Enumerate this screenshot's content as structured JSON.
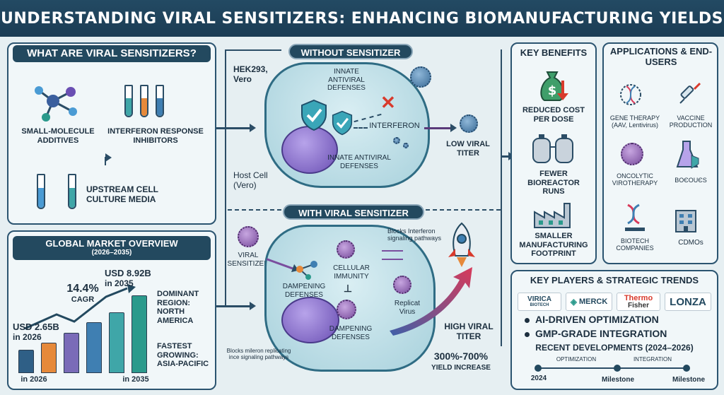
{
  "title": "UNDERSTANDING VIRAL SENSITIZERS: ENHANCING BIOMANUFACTURING YIELDS",
  "what_are": {
    "heading": "WHAT ARE VIRAL SENSITIZERS?",
    "item1": "SMALL-MOLECULE ADDITIVES",
    "item2": "INTERFERON RESPONSE INHIBITORS",
    "item3": "UPSTREAM CELL CULTURE MEDIA"
  },
  "market": {
    "heading": "GLOBAL MARKET OVERVIEW",
    "period": "(2026–2035)",
    "start_value": "USD 2.65B",
    "start_year_label": "in 2026",
    "end_value": "USD 8.92B",
    "end_year_label": "in 2035",
    "cagr": "14.4%",
    "cagr_label": "CAGR",
    "dominant": "DOMINANT REGION: NORTH AMERICA",
    "fastest": "FASTEST GROWING: ASIA-PACIFIC",
    "x_start": "in 2026",
    "x_end": "in 2035"
  },
  "chart_data": {
    "type": "bar",
    "categories": [
      "in 2026",
      "",
      "",
      "",
      "",
      "in 2035"
    ],
    "values": [
      2.65,
      3.5,
      4.6,
      5.8,
      7.0,
      8.92
    ],
    "ylabel": "",
    "colors": [
      "#2f5f86",
      "#e6893a",
      "#7a6bb8",
      "#3f7fb2",
      "#3fa6a8",
      "#2b9a8c"
    ]
  },
  "without": {
    "heading": "WITHOUT SENSITIZER",
    "host_lines": "HEK293, Vero",
    "innate1": "INNATE ANTIVIRAL DEFENSES",
    "interferon": "INTERFERON",
    "innate2": "INNATE ANTIVIRAL DEFENSES",
    "host_cell": "Host Cell (Vero)",
    "result": "LOW VIRAL TITER"
  },
  "with": {
    "heading": "WITH VIRAL SENSITIZER",
    "sensitizer": "VIRAL SENSITIZER",
    "blocks": "Blocks Interferon signaling pathways",
    "dampening1": "DAMPENING DEFENSES",
    "cellular": "CELLULAR IMMUNITY",
    "inhibit": "⊥",
    "replicat": "Replicat Virus",
    "dampening2": "DAMPENING DEFENSES",
    "blocks2": "Blocks mileron replicating ince signaling pathways",
    "result": "HIGH VIRAL TITER",
    "yield_value": "300%-700%",
    "yield_label": "YIELD INCREASE"
  },
  "benefits": {
    "heading": "KEY BENEFITS",
    "b1": "REDUCED COST PER DOSE",
    "b2": "FEWER BIOREACTOR RUNS",
    "b3": "SMALLER MANUFACTURING FOOTPRINT"
  },
  "applications": {
    "heading": "APPLICATIONS & END-USERS",
    "a1": "GENE THERAPY",
    "a1_sub": "(AAV, Lentivirus)",
    "a2": "VACCINE PRODUCTION",
    "a3": "ONCOLYTIC VIROTHERAPY",
    "a4": "BOЄOUЄS",
    "a5": "BIOTECH COMPANIES",
    "a6": "CDMOs"
  },
  "players": {
    "heading": "KEY PLAYERS & STRATEGIC TRENDS",
    "logo1": "VIRICA",
    "logo1_sub": "BIOTECH",
    "logo2": "MERCK",
    "logo3": "Thermo",
    "logo3_sub": "Fisher",
    "logo4": "Lonza",
    "trend1": "AI-DRIVEN OPTIMIZATION",
    "trend2": "GMP-GRADE INTEGRATION",
    "recent": "RECENT DEVELOPMENTS (2024–2026)",
    "tl_label1": "OPTIMIZATION",
    "tl_label2": "INTEGRATION",
    "tl_year": "2024",
    "tl_m1": "Milestone",
    "tl_m2": "Milestone"
  },
  "colors": {
    "navy": "#23495f",
    "teal": "#2b9a8c",
    "orange": "#e6893a",
    "red": "#d83a2c",
    "accent_arrow": "#b23a5a"
  }
}
